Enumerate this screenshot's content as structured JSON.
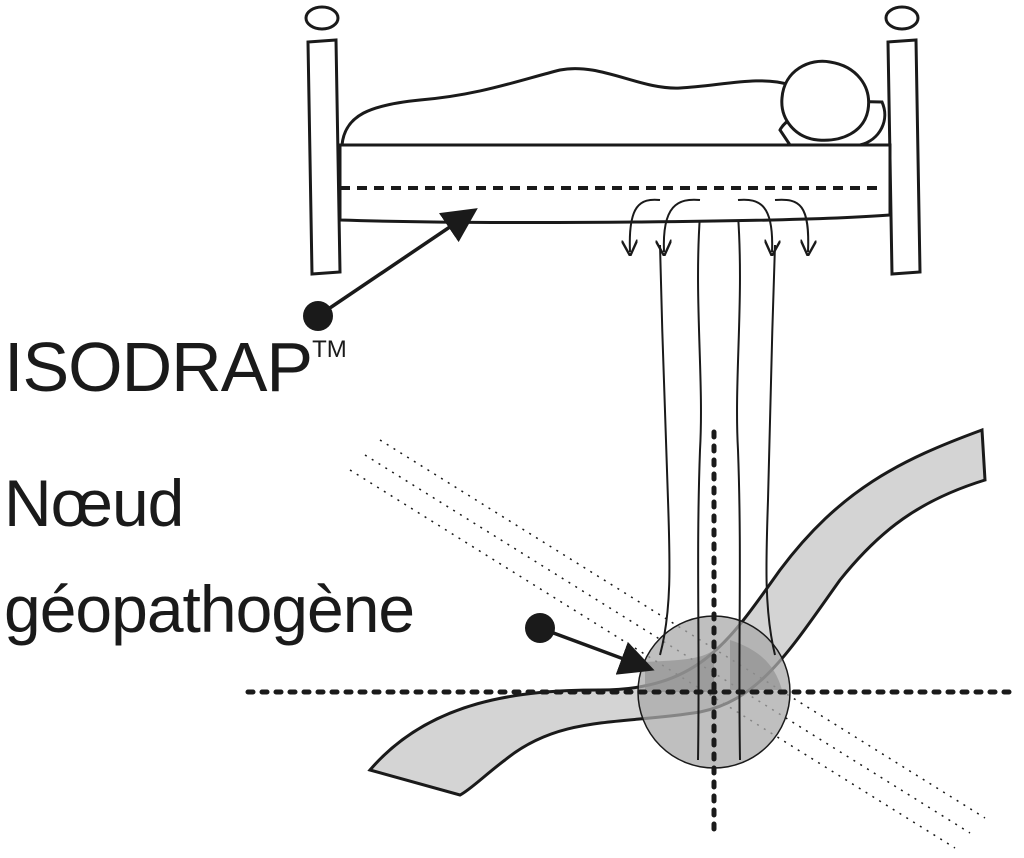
{
  "labels": {
    "isodrap": "ISODRAP",
    "trademark": "TM",
    "node_line1": "Nœud",
    "node_line2": "géopathogène"
  },
  "colors": {
    "ink": "#1a1a1a",
    "water_vein": "#d4d4d4",
    "node_zone": "#a9a9a9",
    "node_core": "#8c8c8c",
    "background": "#ffffff"
  },
  "icons": {
    "sleeper": "sleeping-person-icon",
    "bed": "bed-icon",
    "pointer": "arrow-icon"
  }
}
